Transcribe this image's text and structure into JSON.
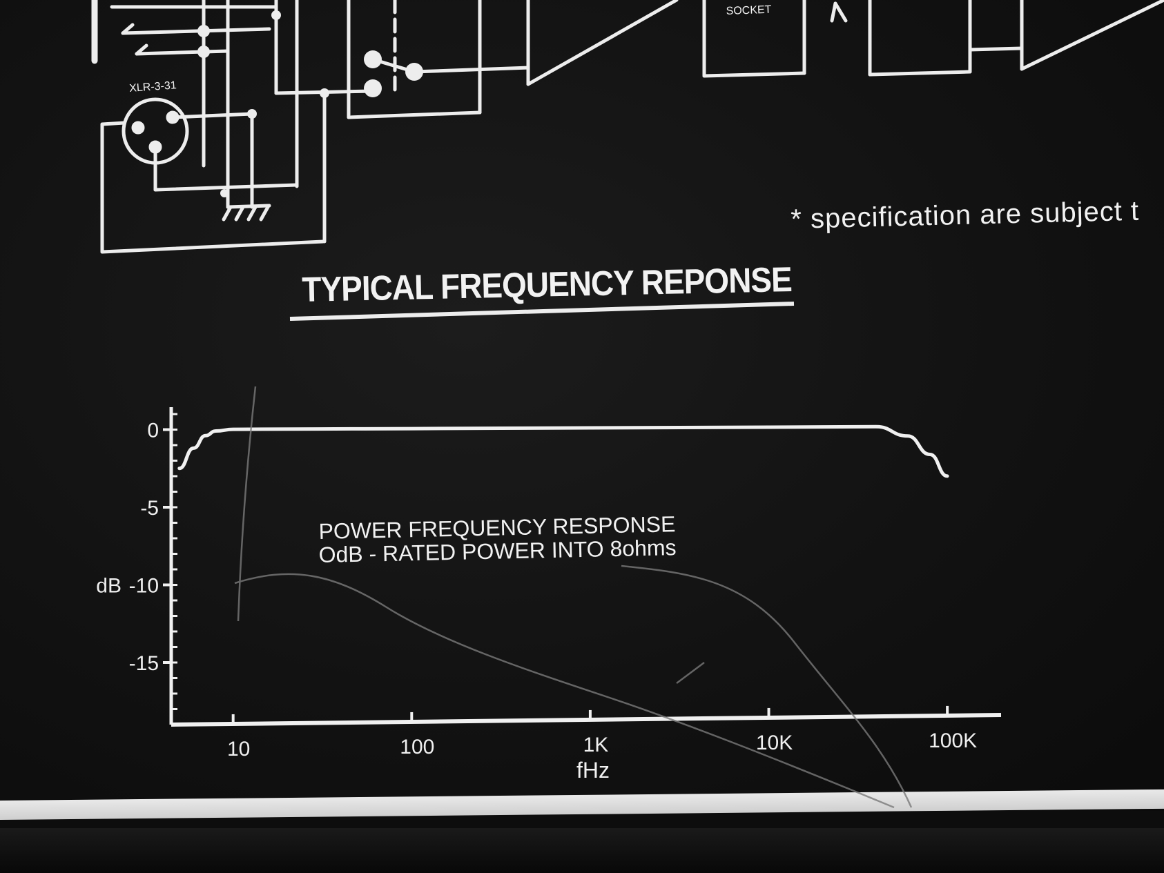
{
  "panel": {
    "chart_title": "TYPICAL FREQUENCY REPONSE",
    "disclaimer": "* specification are subject t",
    "xlr_label": "XLR-3-31",
    "socket_label": "SOCKET"
  },
  "colors": {
    "panel_background": "#121212",
    "print_white": "#f2f2f2",
    "trim": "#e0e0e0"
  },
  "chart_data": {
    "type": "line",
    "title": "TYPICAL FREQUENCY REPONSE",
    "xlabel": "fHz",
    "ylabel": "dB",
    "xscale": "log",
    "xlim": [
      4.5,
      200000
    ],
    "ylim": [
      -19,
      1
    ],
    "xticks": [
      {
        "value": 10,
        "label": "10"
      },
      {
        "value": 100,
        "label": "100"
      },
      {
        "value": 1000,
        "label": "1K"
      },
      {
        "value": 10000,
        "label": "10K"
      },
      {
        "value": 100000,
        "label": "100K"
      }
    ],
    "yticks": [
      {
        "value": 0,
        "label": "0"
      },
      {
        "value": -5,
        "label": "-5"
      },
      {
        "value": -10,
        "label": "-10"
      },
      {
        "value": -15,
        "label": "-15"
      }
    ],
    "annotations": [
      "POWER  FREQUENCY RESPONSE",
      "OdB - RATED POWER  INTO 8ohms"
    ],
    "grid": false,
    "series": [
      {
        "x": [
          5,
          6,
          7,
          8,
          10,
          15,
          30,
          100,
          1000,
          10000,
          40000,
          60000,
          80000,
          100000
        ],
        "y": [
          -2.5,
          -1.2,
          -0.4,
          -0.1,
          0,
          0,
          0,
          0,
          0,
          0,
          0,
          -0.6,
          -1.8,
          -3.2
        ]
      }
    ]
  }
}
